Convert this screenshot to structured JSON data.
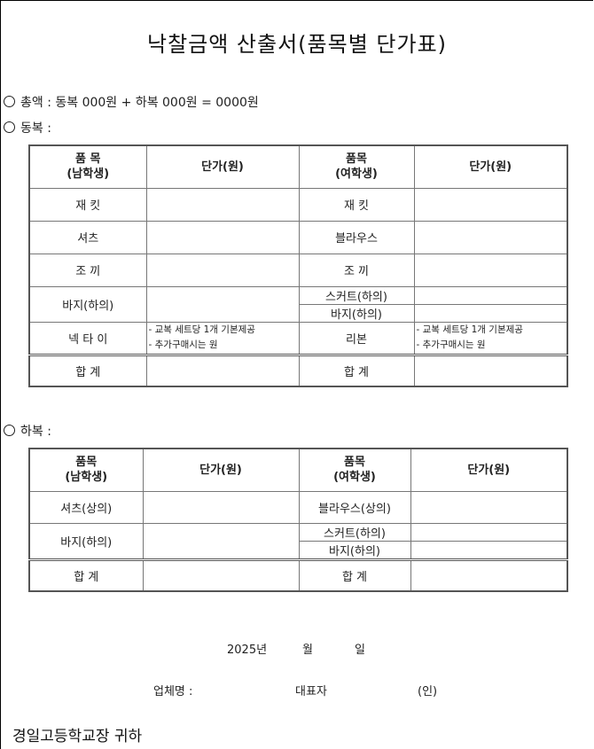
{
  "title": "낙찰금액 산출서(품목별 단가표)",
  "total_line": "총액 : 동복 000원 + 하복 000원 = 0000원",
  "winter": {
    "label": "동복 :",
    "head": {
      "male": [
        "품   목",
        "(남학생)"
      ],
      "female": [
        "품목",
        "(여학생)"
      ],
      "price": "단가(원)"
    },
    "male_items": [
      "재      킷",
      "셔츠",
      "조      끼",
      "바지(하의)",
      "넥 타 이"
    ],
    "female_items": [
      "재      킷",
      "블라우스",
      "조      끼",
      "스커트(하의)",
      "바지(하의)",
      "리본"
    ],
    "note": [
      "- 교복 세트당 1개 기본제공",
      "- 추가구매시는          원"
    ],
    "sum": "합      계"
  },
  "summer": {
    "label": "하복 :",
    "head": {
      "male": [
        "품목",
        "(남학생)"
      ],
      "female": [
        "품목",
        "(여학생)"
      ],
      "price": "단가(원)"
    },
    "male_items": [
      "셔츠(상의)",
      "바지(하의)"
    ],
    "female_items": [
      "블라우스(상의)",
      "스커트(하의)",
      "바지(하의)"
    ],
    "sum": "합      계"
  },
  "footer": {
    "year": "2025년",
    "month": "월",
    "day": "일",
    "company_label": "업체명 :",
    "rep_label": "대표자",
    "seal": "(인)",
    "addressee": "경일고등학교장 귀하"
  }
}
